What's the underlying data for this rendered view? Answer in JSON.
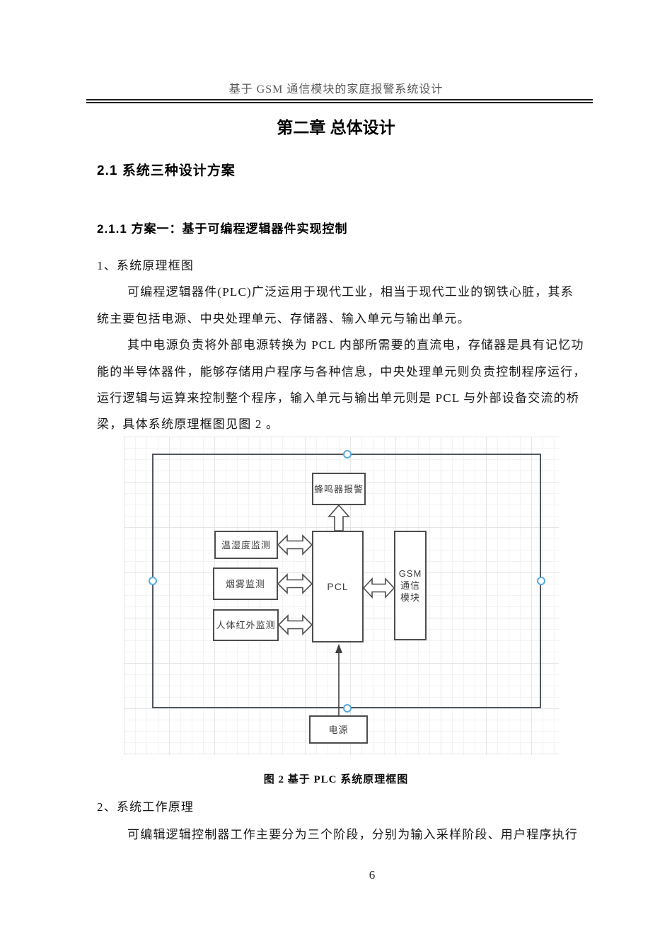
{
  "page": {
    "number": "6"
  },
  "header": {
    "title": "基于 GSM 通信模块的家庭报警系统设计"
  },
  "content": {
    "chapter_title": "第二章 总体设计",
    "section_title": "2.1 系统三种设计方案",
    "subsection_title": "2.1.1 方案一：基于可编程逻辑器件实现控制",
    "list1_label": "1、系统原理框图",
    "para1_lines": [
      "可编程逻辑器件(PLC)广泛运用于现代工业，相当于现代工业的钢铁心脏，其系",
      "统主要包括电源、中央处理单元、存储器、输入单元与输出单元。"
    ],
    "para2_lines": [
      "其中电源负责将外部电源转换为 PCL 内部所需要的直流电，存储器是具有记忆功",
      "能的半导体器件，能够存储用户程序与各种信息，中央处理单元则负责控制程序运行，",
      "运行逻辑与运算来控制整个程序，输入单元与输出单元则是 PCL 与外部设备交流的桥",
      "梁，具体系统原理框图见图 2 。"
    ],
    "figure_caption": "图 2 基于 PLC 系统原理框图",
    "list2_label": "2、系统工作原理",
    "para3_lines": [
      "可编辑逻辑控制器工作主要分为三个阶段，分别为输入采样阶段、用户程序执行"
    ]
  },
  "diagram": {
    "type": "block-diagram",
    "boxes": {
      "buzzer": "蜂鸣器报警",
      "temperature": "温湿度监测",
      "smoke": "烟雾监测",
      "infrared": "人体红外监测",
      "plc": "PCL",
      "gsm_lines": [
        "GSM",
        "通信",
        "模块"
      ],
      "power": "电源"
    },
    "connections": [
      {
        "from": "plc",
        "to": "buzzer",
        "style": "block-arrow-up"
      },
      {
        "from": "temperature",
        "to": "plc",
        "style": "double-arrow"
      },
      {
        "from": "smoke",
        "to": "plc",
        "style": "double-arrow"
      },
      {
        "from": "infrared",
        "to": "plc",
        "style": "double-arrow"
      },
      {
        "from": "plc",
        "to": "gsm",
        "style": "double-arrow"
      },
      {
        "from": "power",
        "to": "plc",
        "style": "line-arrow-up"
      }
    ],
    "colors": {
      "box_border": "#4d4d4d",
      "outer_border": "#51575e",
      "handle_blue": "#57a9df",
      "grid_minor": "#f3f3f3",
      "grid_major": "#e6e6e6",
      "diagram_text": "#3d3d3d"
    }
  }
}
